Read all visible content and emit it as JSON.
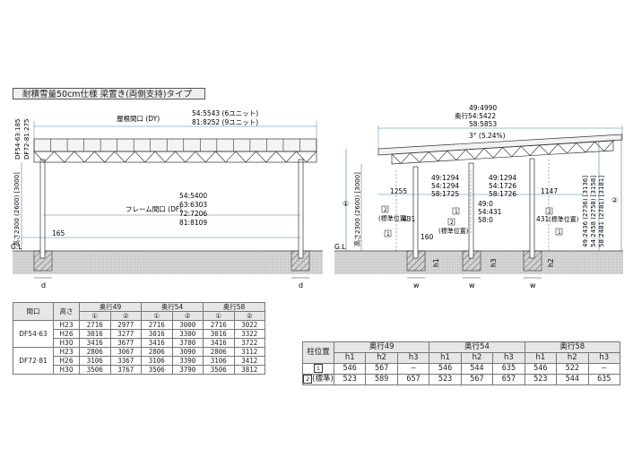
{
  "title": "耐積雪量50cm仕様 梁置き(両側支持)タイプ",
  "front_view": {
    "dim_dy_label": "屋根間口 (DY)",
    "dim_dy_values": [
      "54:5543 (6ユニット)",
      "81:8252 (9ユニット)"
    ],
    "side_labels": [
      "DF54-63:185",
      "DF72-81:275"
    ],
    "frame_label": "フレーム間口 (DF)",
    "frame_values": [
      "54:5400",
      "63:6303",
      "72:7206",
      "81:8109"
    ],
    "height_label": "高さ2300 (2600) [3000]",
    "dim_165": "165",
    "gl": "G.L",
    "d_left": "d",
    "d_right": "d"
  },
  "side_view": {
    "top_values": [
      "49:4990",
      "奥行54:5422",
      "58:5853"
    ],
    "slope": "3° (5.24%)",
    "left_mid_values": [
      "49:1294",
      "54:1294",
      "58:1725"
    ],
    "right_mid_values": [
      "49:1294",
      "54:1726",
      "58:1726"
    ],
    "left_offset": "1255",
    "right_offset": "1147",
    "post_values": [
      "49:0",
      "54:431",
      "58:0"
    ],
    "dim_431_left": "431",
    "dim_431_right": "431",
    "dim_160": "160",
    "label_2_left": "(標準位置)",
    "label_2_mid": "(標準位置)",
    "label_2_right": "(標準位置)",
    "num_1": "1",
    "num_2": "2",
    "circle_1": "①",
    "circle_2": "②",
    "left_height": "高さ2300 (2600) [3000]",
    "right_heights": [
      "49:2436 (2736) [3136]",
      "54:2458 (2758) [3158]",
      "58:2481 (2781) [3181]"
    ],
    "gl": "G.L",
    "h1": "h1",
    "h2": "h2",
    "h3": "h3",
    "w1": "w",
    "w2": "w",
    "w3": "w"
  },
  "table1": {
    "headers": [
      "間口",
      "高さ",
      "奥行49",
      "奥行54",
      "奥行58"
    ],
    "sub_headers": [
      "①",
      "②",
      "①",
      "②",
      "①",
      "②"
    ],
    "groups": [
      {
        "name": "DF54·63",
        "rows": [
          {
            "h": "H23",
            "vals": [
              "2716",
              "2977",
              "2716",
              "3000",
              "2716",
              "3022"
            ]
          },
          {
            "h": "H26",
            "vals": [
              "3016",
              "3277",
              "3016",
              "3300",
              "3016",
              "3322"
            ]
          },
          {
            "h": "H30",
            "vals": [
              "3416",
              "3677",
              "3416",
              "3700",
              "3416",
              "3722"
            ]
          }
        ]
      },
      {
        "name": "DF72·81",
        "rows": [
          {
            "h": "H23",
            "vals": [
              "2806",
              "3067",
              "2806",
              "3090",
              "2806",
              "3112"
            ]
          },
          {
            "h": "H26",
            "vals": [
              "3106",
              "3367",
              "3106",
              "3390",
              "3106",
              "3412"
            ]
          },
          {
            "h": "H30",
            "vals": [
              "3506",
              "3767",
              "3506",
              "3790",
              "3506",
              "3812"
            ]
          }
        ]
      }
    ]
  },
  "table2": {
    "headers": [
      "柱位置",
      "奥行49",
      "奥行54",
      "奥行58"
    ],
    "sub_headers": [
      "h1",
      "h2",
      "h3",
      "h1",
      "h2",
      "h3",
      "h1",
      "h2",
      "h3"
    ],
    "rows": [
      {
        "label_num": "1",
        "label_text": "",
        "vals": [
          "546",
          "567",
          "—",
          "546",
          "544",
          "635",
          "546",
          "522",
          "—"
        ]
      },
      {
        "label_num": "2",
        "label_text": "(標準)",
        "vals": [
          "523",
          "589",
          "657",
          "523",
          "567",
          "657",
          "523",
          "544",
          "635"
        ]
      }
    ]
  }
}
